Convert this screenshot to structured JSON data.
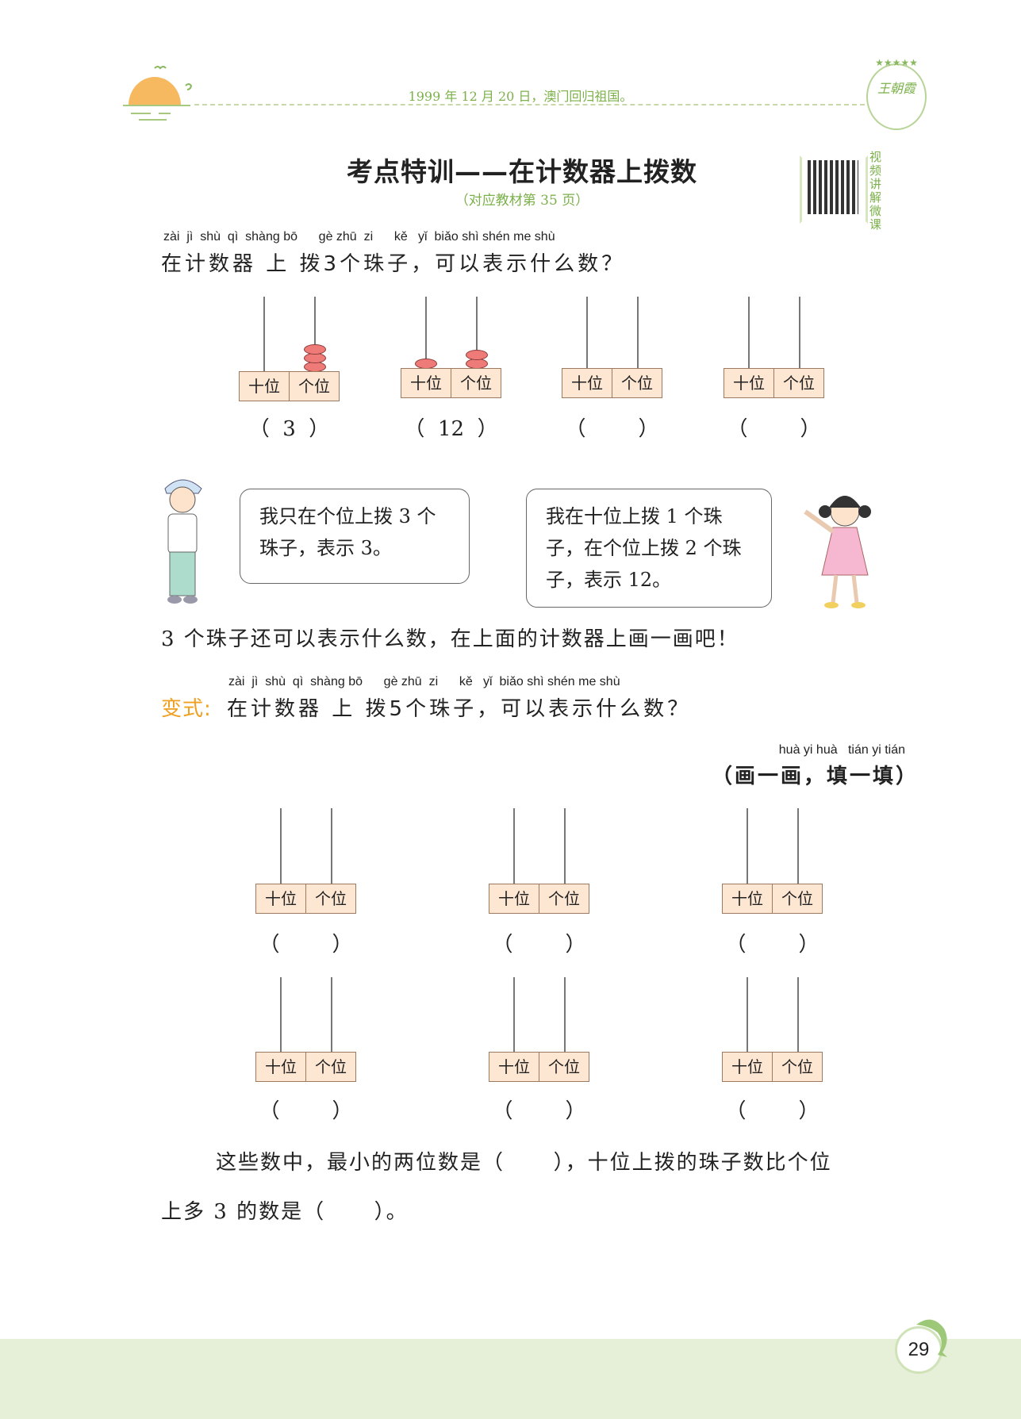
{
  "header": {
    "text": "1999 年 12 月 20 日，澳门回归祖国。",
    "seal_text": "王朝霞",
    "qr_label": "视频讲解微课"
  },
  "title": "考点特训——在计数器上拨数",
  "subtitle": "（对应教材第 35 页）",
  "q1": {
    "pinyin": "zài  jì  shù  qì  shàng bō      gè zhū  zi      kě   yǐ  biǎo shì shén me shù",
    "text": "在计数器 上 拨3个珠子，可以表示什么数？"
  },
  "labels": {
    "tens": "十位",
    "ones": "个位"
  },
  "counters_q1": [
    {
      "tens": 0,
      "ones": 3,
      "answer": "3"
    },
    {
      "tens": 1,
      "ones": 2,
      "answer": "12"
    },
    {
      "tens": 0,
      "ones": 0,
      "answer": ""
    },
    {
      "tens": 0,
      "ones": 0,
      "answer": ""
    }
  ],
  "bubbles": {
    "boy": "我只在个位上拨 3 个珠子，表示 3。",
    "girl": "我在十位上拨 1 个珠子，在个位上拨 2 个珠子，表示 12。"
  },
  "hint": "3 个珠子还可以表示什么数，在上面的计数器上画一画吧！",
  "variant": {
    "label": "变式:",
    "pinyin": "zài  jì  shù  qì  shàng bō      gè zhū  zi      kě   yǐ  biǎo shì shén me shù",
    "text": "在计数器 上 拨5个珠子，可以表示什么数？"
  },
  "instruction": {
    "pinyin": "huà yi huà   tián yi tián",
    "text": "（画一画，填一填）"
  },
  "counters_q2": [
    {
      "tens": 0,
      "ones": 0,
      "answer": ""
    },
    {
      "tens": 0,
      "ones": 0,
      "answer": ""
    },
    {
      "tens": 0,
      "ones": 0,
      "answer": ""
    },
    {
      "tens": 0,
      "ones": 0,
      "answer": ""
    },
    {
      "tens": 0,
      "ones": 0,
      "answer": ""
    },
    {
      "tens": 0,
      "ones": 0,
      "answer": ""
    }
  ],
  "final": {
    "line1": "这些数中，最小的两位数是（      ），十位上拨的珠子数比个位",
    "line2": "上多 3 的数是（      ）。"
  },
  "page_number": "29",
  "colors": {
    "accent": "#7bb04a",
    "variant": "#f0a020",
    "bead": "#ef7b78",
    "box": "#fde6d2"
  }
}
